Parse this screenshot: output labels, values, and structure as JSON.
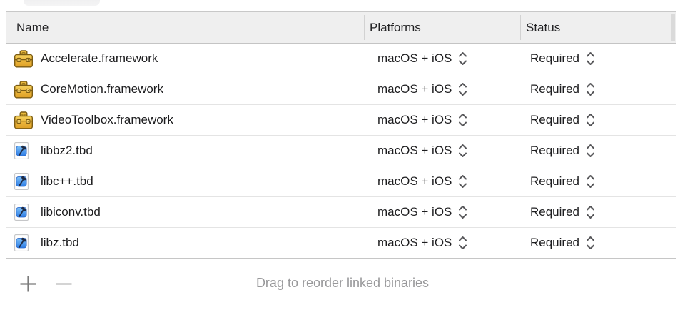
{
  "table": {
    "columns": [
      "Name",
      "Platforms",
      "Status"
    ],
    "rows": [
      {
        "name": "Accelerate.framework",
        "icon": "framework-toolbox-icon",
        "platforms": "macOS + iOS",
        "status": "Required"
      },
      {
        "name": "CoreMotion.framework",
        "icon": "framework-toolbox-icon",
        "platforms": "macOS + iOS",
        "status": "Required"
      },
      {
        "name": "VideoToolbox.framework",
        "icon": "framework-toolbox-icon",
        "platforms": "macOS + iOS",
        "status": "Required"
      },
      {
        "name": "libbz2.tbd",
        "icon": "tbd-document-icon",
        "platforms": "macOS + iOS",
        "status": "Required"
      },
      {
        "name": "libc++.tbd",
        "icon": "tbd-document-icon",
        "platforms": "macOS + iOS",
        "status": "Required"
      },
      {
        "name": "libiconv.tbd",
        "icon": "tbd-document-icon",
        "platforms": "macOS + iOS",
        "status": "Required"
      },
      {
        "name": "libz.tbd",
        "icon": "tbd-document-icon",
        "platforms": "macOS + iOS",
        "status": "Required"
      }
    ]
  },
  "footer": {
    "hint": "Drag to reorder linked binaries"
  },
  "colors": {
    "header_bg": "#efefef",
    "table_border": "#c8c8c8",
    "row_separator": "#e4e4e4",
    "toolbox_gold": "#eab43a",
    "tbd_blue": "#2e7de5",
    "chevron_gray": "#57575a",
    "hint_text": "#98989a"
  }
}
